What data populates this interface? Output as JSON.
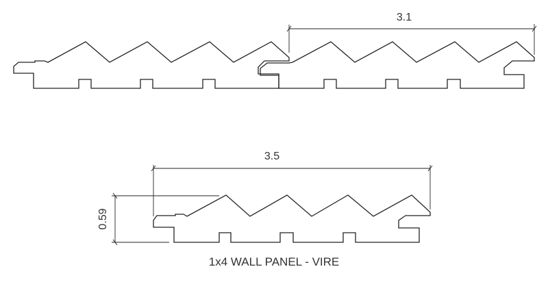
{
  "drawing": {
    "top_assembly": {
      "width_label": "3.1"
    },
    "single_panel": {
      "width_label": "3.5",
      "thickness_label": "0.59"
    },
    "caption": "1x4 WALL PANEL - VIRE"
  }
}
